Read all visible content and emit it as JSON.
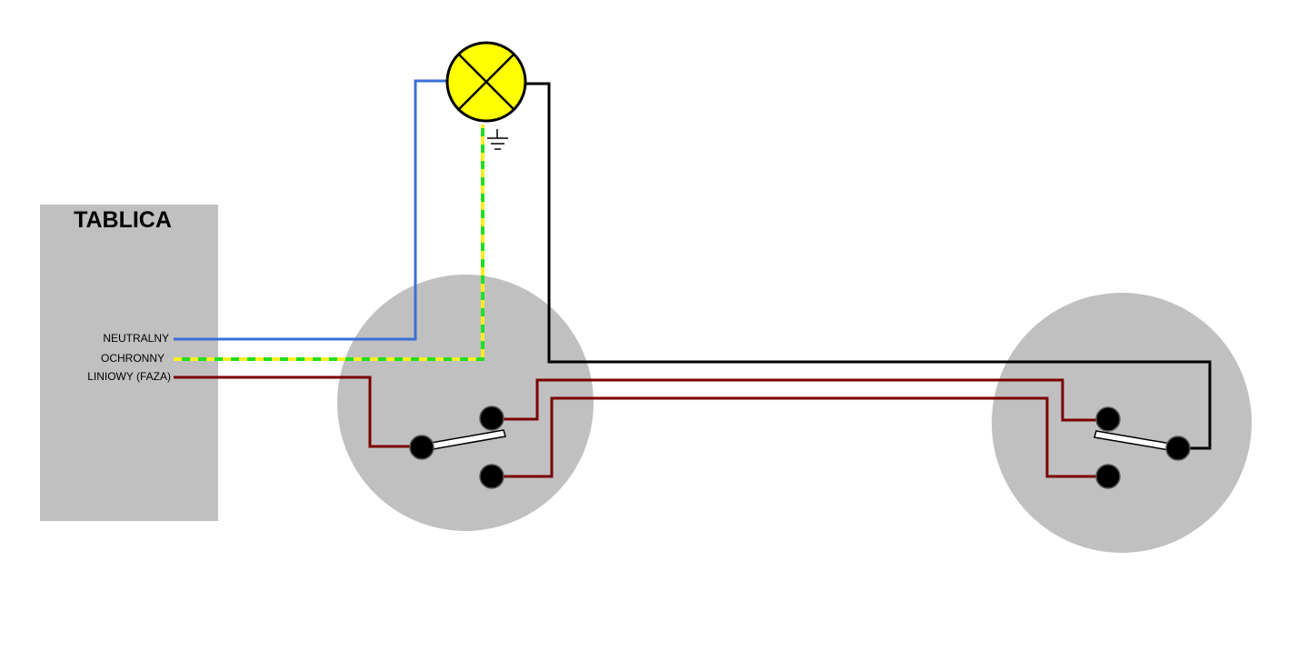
{
  "panel": {
    "title": "TABLICA",
    "labels": {
      "neutral": "NEUTRALNY",
      "protective": "OCHRONNY",
      "line": "LINIOWY (FAZA)"
    }
  },
  "colors": {
    "panel_fill": "#c0c0c0",
    "switch_box_fill": "#c0c0c0",
    "neutral_wire": "#3a6fd8",
    "protective_wire_primary": "#22dd22",
    "protective_wire_secondary": "#ffee22",
    "line_wire": "#7a0000",
    "switched_wire": "#000000",
    "lamp_fill": "#ffff00"
  },
  "components": {
    "lamp": "lamp-symbol",
    "ground": "ground-symbol",
    "switch_left": "two-way-switch",
    "switch_right": "two-way-switch"
  }
}
